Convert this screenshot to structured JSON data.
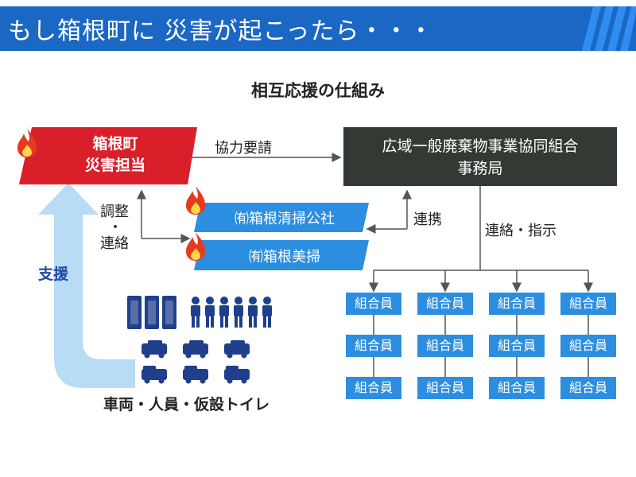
{
  "banner": {
    "title": "もし箱根町に 災害が起こったら・・・",
    "color": "#1b67c4"
  },
  "diagram": {
    "title": "相互応援の仕組み",
    "town_office": {
      "line1": "箱根町",
      "line2": "災害担当",
      "color": "#d9202a"
    },
    "association": {
      "line1": "広域一般廃棄物事業協同組合",
      "line2": "事務局",
      "color": "#333a33"
    },
    "company1": "㈲箱根清掃公社",
    "company2": "㈲箱根美掃",
    "company_color": "#2c8ee0",
    "request_label": "協力要請",
    "coordination_label_1": "調整",
    "coordination_label_2": "・",
    "coordination_label_3": "連絡",
    "cooperation_label": "連携",
    "instruction_label": "連絡・指示",
    "support_label": "支援",
    "resources_label": "車両・人員・仮設トイレ",
    "member_label": "組合員",
    "fire_icon": "fire-icon"
  }
}
